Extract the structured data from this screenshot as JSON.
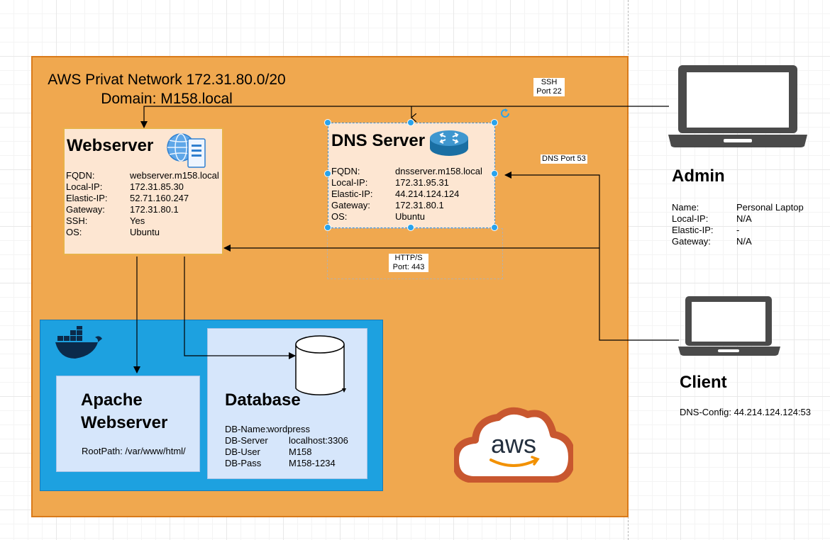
{
  "network": {
    "title_line1": "AWS Privat Network 172.31.80.0/20",
    "title_line2": "Domain: M158.local",
    "fill_color": "#f0a84f",
    "border_color": "#d97a1a"
  },
  "webserver": {
    "title": "Webserver",
    "icon": "globe-server-icon",
    "fields": [
      {
        "key": "FQDN:",
        "value": "webserver.m158.local"
      },
      {
        "key": "Local-IP:",
        "value": "172.31.85.30"
      },
      {
        "key": "Elastic-IP:",
        "value": "52.71.160.247"
      },
      {
        "key": "Gateway:",
        "value": "172.31.80.1"
      },
      {
        "key": "SSH:",
        "value": "Yes"
      },
      {
        "key": "OS:",
        "value": "Ubuntu"
      }
    ]
  },
  "dns_server": {
    "title": "DNS Server",
    "icon": "router-icon",
    "fields": [
      {
        "key": "FQDN:",
        "value": "dnsserver.m158.local"
      },
      {
        "key": "Local-IP:",
        "value": "172.31.95.31"
      },
      {
        "key": "Elastic-IP:",
        "value": "44.214.124.124"
      },
      {
        "key": "Gateway:",
        "value": "172.31.80.1"
      },
      {
        "key": "OS:",
        "value": "Ubuntu"
      }
    ]
  },
  "docker": {
    "icon": "docker-whale-icon",
    "fill_color": "#1da1e0"
  },
  "apache": {
    "title_line1": "Apache",
    "title_line2": "Webserver",
    "rootpath": "RootPath: /var/www/html/"
  },
  "database": {
    "title": "Database",
    "icon": "database-cylinder-icon",
    "fields": [
      {
        "key": "DB-Name:",
        "value": "wordpress"
      },
      {
        "key": "DB-Server",
        "value": "localhost:3306"
      },
      {
        "key": "DB-User",
        "value": "M158"
      },
      {
        "key": "DB-Pass",
        "value": "M158-1234"
      }
    ]
  },
  "edges": {
    "ssh_line1": "SSH",
    "ssh_line2": "Port 22",
    "dns_port": "DNS Port 53",
    "http_line1": "HTTP/S",
    "http_line2": "Port: 443"
  },
  "admin": {
    "title": "Admin",
    "icon": "laptop-icon",
    "fields": [
      {
        "key": "Name:",
        "value": "Personal Laptop"
      },
      {
        "key": "Local-IP:",
        "value": "N/A"
      },
      {
        "key": "Elastic-IP:",
        "value": "-"
      },
      {
        "key": "Gateway:",
        "value": "N/A"
      }
    ]
  },
  "client": {
    "title": "Client",
    "icon": "laptop-icon",
    "dns_config": "DNS-Config: 44.214.124.124:53"
  },
  "aws_logo": {
    "icon": "aws-cloud-logo",
    "text": "aws",
    "accent": "#f29100"
  },
  "selection_color": "#29a3ec"
}
